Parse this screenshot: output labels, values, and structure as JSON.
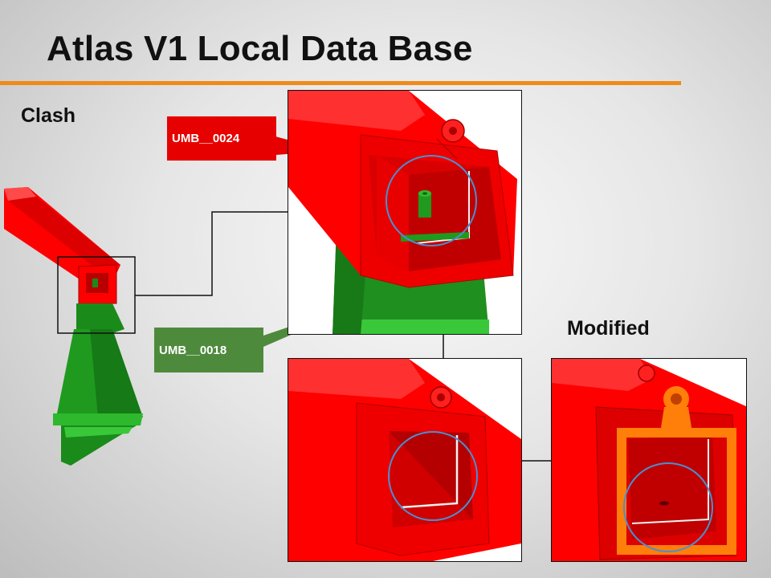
{
  "slide": {
    "title": "Atlas V1 Local Data Base",
    "accent_color": "#ef8a1b"
  },
  "labels": {
    "clash": "Clash",
    "modified": "Modified"
  },
  "callouts": [
    {
      "text": "UMB__0024",
      "color": "#e60000"
    },
    {
      "text": "UMB__0018",
      "color": "#4e8a3c"
    }
  ],
  "colors": {
    "part_red": "#ff0000",
    "part_green": "#1f8f1f",
    "modified_frame": "#ff7f0a",
    "highlight_circle": "#4a8fd0"
  }
}
